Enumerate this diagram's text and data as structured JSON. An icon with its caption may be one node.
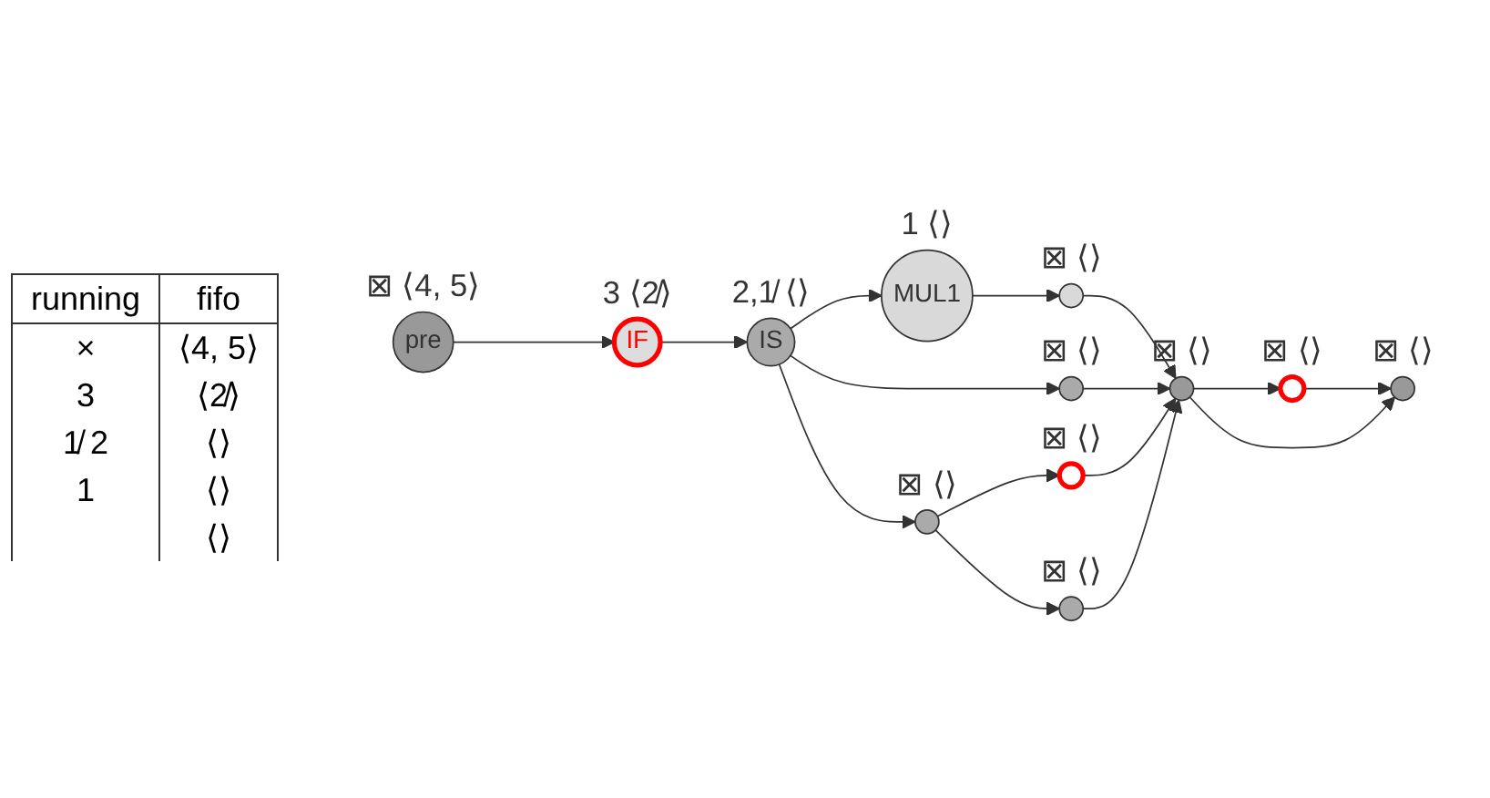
{
  "diagram": {
    "nodes": [
      {
        "text": [
          "pre"
        ],
        "beside": [
          "⊠",
          "⟨4, 5⟩"
        ]
      },
      {
        "text": [
          "IF"
        ],
        "beside": [
          "3",
          "⟨2̸⟩"
        ]
      },
      {
        "text": [
          "IS"
        ],
        "beside": [
          "2,1̸",
          "⟨⟩"
        ]
      },
      {
        "text": [
          "MUL1"
        ],
        "beside": [
          "1",
          "⟨⟩"
        ]
      },
      {
        "text": [],
        "shape": "circle",
        "beside": [
          "⊠",
          "⟨⟩"
        ]
      },
      {
        "text": [],
        "shape": "circle",
        "beside": [
          "⊠",
          "⟨⟩"
        ]
      },
      {
        "text": [],
        "shape": "circle",
        "beside": [
          "⊠",
          "⟨⟩"
        ]
      },
      {
        "text": [],
        "shape": "circle",
        "beside": [
          "⊠",
          "⟨⟩"
        ]
      },
      {
        "text": [],
        "shape": "circle",
        "beside": [
          "⊠",
          "⟨⟩"
        ]
      },
      {
        "text": [],
        "shape": "circle",
        "beside": [
          "⊠",
          "⟨⟩"
        ]
      },
      {
        "text": [],
        "shape": "circle",
        "beside": [
          "⊠",
          "⟨⟩"
        ]
      },
      {
        "text": [],
        "shape": "circle",
        "beside": [
          "⊠",
          "⟨⟩"
        ]
      }
    ],
    "edges": [
      {
        "from": 0,
        "to": 1,
        "arrow": "to"
      },
      {
        "from": 1,
        "to": 2,
        "arrow": "to"
      },
      {
        "from": 2,
        "to": 3,
        "arrow": "to"
      },
      {
        "from": 2,
        "to": 5,
        "arrow": "to"
      },
      {
        "from": 2,
        "to": 6,
        "arrow": "to"
      },
      {
        "from": 3,
        "to": 4,
        "arrow": "to"
      },
      {
        "from": 4,
        "to": 9,
        "arrow": "to"
      },
      {
        "from": 5,
        "to": 9,
        "arrow": "to"
      },
      {
        "from": 6,
        "to": 7,
        "arrow": "to"
      },
      {
        "from": 6,
        "to": 8,
        "arrow": "to"
      },
      {
        "from": 7,
        "to": 9,
        "arrow": "to"
      },
      {
        "from": 8,
        "to": 9,
        "arrow": "to"
      },
      {
        "from": 9,
        "to": 10,
        "arrow": "to"
      },
      {
        "from": 10,
        "to": 11,
        "arrow": "to"
      },
      {
        "from": 9,
        "to": 11,
        "arrow": "to"
      }
    ],
    "labels": [
      "running",
      "fifo",
      "×",
      "⟨4, 5⟩",
      "3",
      "⟨2̸⟩",
      "1̸ 2",
      "⟨⟩",
      "1",
      "⟨⟩",
      "⟨⟩"
    ]
  }
}
